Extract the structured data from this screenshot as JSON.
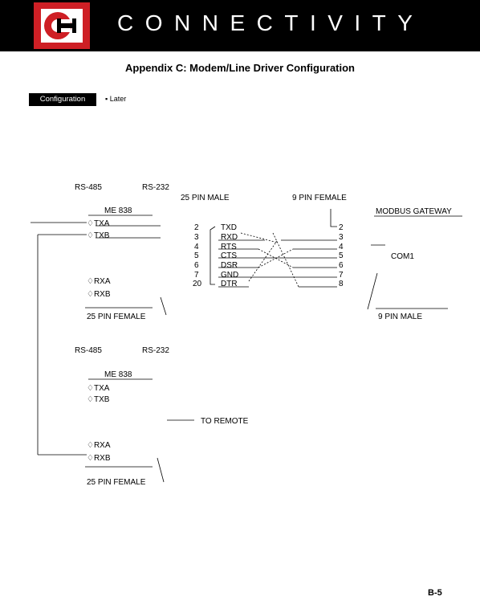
{
  "header": {
    "brand": "CONNECTIVITY",
    "logo_colors": {
      "primary": "#ce1f25",
      "secondary": "#000000",
      "background": "#ffffff"
    }
  },
  "title": "Appendix C: Modem/Line Driver Configuration",
  "tab": {
    "label": "Configuration",
    "note": "▪ Later"
  },
  "diagram1": {
    "rs485": "RS-485",
    "rs232": "RS-232",
    "device": "ME 838",
    "pin25_male": "25 PIN MALE",
    "pin9_female": "9 PIN FEMALE",
    "modbus": "MODBUS GATEWAY",
    "com1": "COM1",
    "txa": "♢TXA",
    "txb": "♢TXB",
    "rxa": "♢RXA",
    "rxb": "♢RXB",
    "female25": "25 PIN FEMALE",
    "male9": "9 PIN MALE",
    "left_pins": [
      "2",
      "3",
      "4",
      "5",
      "6",
      "7",
      "20"
    ],
    "signals": [
      "TXD",
      "RXD",
      "RTS",
      "CTS",
      "DSR",
      "GND",
      "DTR"
    ],
    "right_pins": [
      "2",
      "3",
      "4",
      "5",
      "6",
      "7",
      "8"
    ]
  },
  "diagram2": {
    "rs485": "RS-485",
    "rs232": "RS-232",
    "device": "ME 838",
    "txa": "♢TXA",
    "txb": "♢TXB",
    "to_remote": "TO REMOTE",
    "rxa": "♢RXA",
    "rxb": "♢RXB",
    "female25": "25 PIN FEMALE"
  },
  "page_number": "B-5"
}
